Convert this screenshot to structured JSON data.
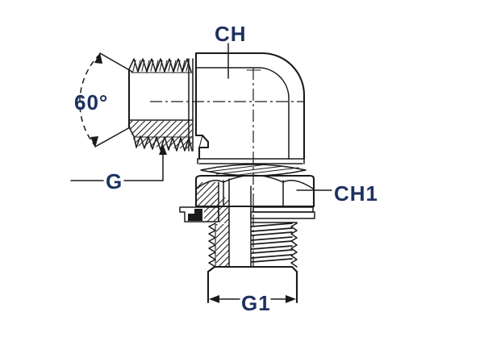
{
  "figure": {
    "labels": {
      "ch": "CH",
      "ch1": "CH1",
      "g": "G",
      "g1": "G1",
      "angle": "60°"
    },
    "colors": {
      "line": "#1a1a1a",
      "label": "#1e3260",
      "background": "#ffffff"
    }
  }
}
